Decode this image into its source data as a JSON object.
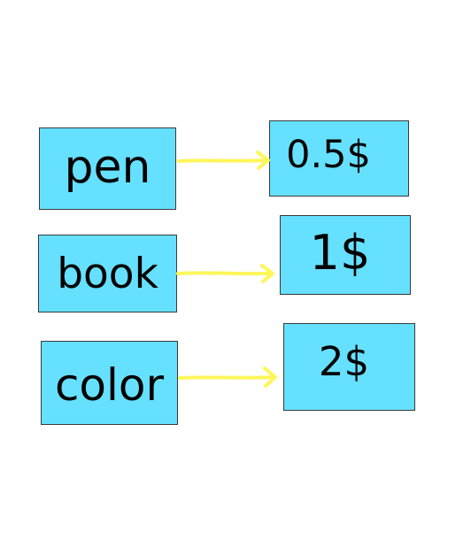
{
  "rows": [
    {
      "item": "pen",
      "price": "0.5$"
    },
    {
      "item": "book",
      "price": "1$"
    },
    {
      "item": "color",
      "price": "2$"
    }
  ],
  "colors": {
    "box_fill": "#66E0FF",
    "box_border": "#3a3a3a",
    "arrow": "#FFF65A",
    "text": "#000000"
  }
}
